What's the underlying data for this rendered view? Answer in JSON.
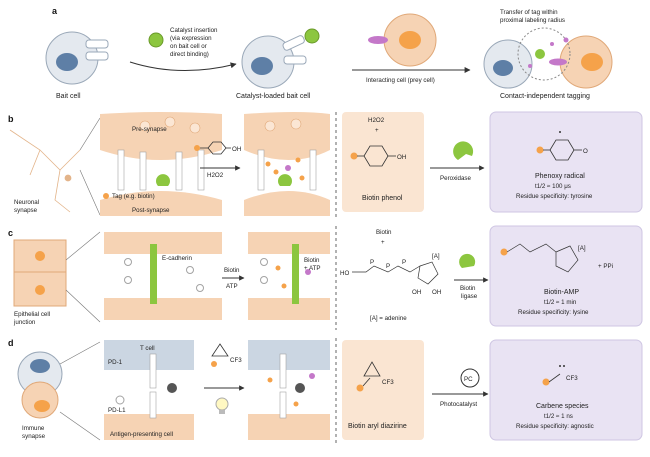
{
  "panel_a": {
    "letter": "a",
    "bait_cell": "Bait cell",
    "catalyst_insertion": [
      "Catalyst insertion",
      "(via expression",
      "on bait cell or",
      "direct binding)"
    ],
    "catalyst_loaded": "Catalyst-loaded bait cell",
    "interacting_cell": "Interacting cell (prey cell)",
    "transfer_tag": [
      "Transfer of tag within",
      "proximal labeling radius"
    ],
    "contact_independent": "Contact-independent tagging"
  },
  "panel_b": {
    "letter": "b",
    "neuronal_synapse": [
      "Neuronal",
      "synapse"
    ],
    "pre_synapse": "Pre-synapse",
    "post_synapse": "Post-synapse",
    "h2o2": "H2O2",
    "tag_legend": "Tag (e.g. biotin)",
    "oh": "OH",
    "h2o2_top": "H2O2",
    "plus": "+",
    "biotin_phenol": "Biotin phenol",
    "peroxidase": "Peroxidase",
    "phenoxy_radical": "Phenoxy radical",
    "t_half": "t1/2 ≈ 100 μs",
    "residue": "Residue specificity: tyrosine",
    "o": "O"
  },
  "panel_c": {
    "letter": "c",
    "epithelial": [
      "Epithelial cell",
      "junction"
    ],
    "e_cadherin": "E-cadherin",
    "biotin": "Biotin",
    "atp": "ATP",
    "biotin_atp": [
      "Biotin",
      "+ ATP"
    ],
    "biotin_top": "Biotin",
    "plus": "+",
    "ho": "HO",
    "p_labels": [
      "P",
      "P",
      "P"
    ],
    "a_label": "[A]",
    "oh_labels": [
      "OH",
      "OH"
    ],
    "adenine": "[A] = adenine",
    "biotin_ligase": [
      "Biotin",
      "ligase"
    ],
    "biotin_amp": "Biotin-AMP",
    "ppi": "+ PPi",
    "t_half": "t1/2 ≈ 1 min",
    "residue": "Residue specificity: lysine"
  },
  "panel_d": {
    "letter": "d",
    "t_cell": "T cell",
    "pd1": "PD-1",
    "pdl1": "PD-L1",
    "apc": "Antigen-presenting cell",
    "immune": [
      "Immune",
      "synapse"
    ],
    "cf3": "CF3",
    "biotin_aryl": "Biotin aryl diazirine",
    "pc": "PC",
    "photocatalyst": "Photocatalyst",
    "carbene": "Carbene species",
    "t_half": "t1/2 ≈ 1 ns",
    "residue": "Residue specificity: agnostic"
  },
  "colors": {
    "peach": "#f6d3b4",
    "peach_dark": "#eab98f",
    "lavender": "#e9e3f3",
    "lavender_border": "#cfc6e3",
    "green": "#8cc63f",
    "orange": "#f5a24a",
    "magenta": "#c478c9",
    "cell_grey": "#dde3ea",
    "nucleus": "#5e7fa6",
    "bluegrey": "#cbd6e2"
  }
}
